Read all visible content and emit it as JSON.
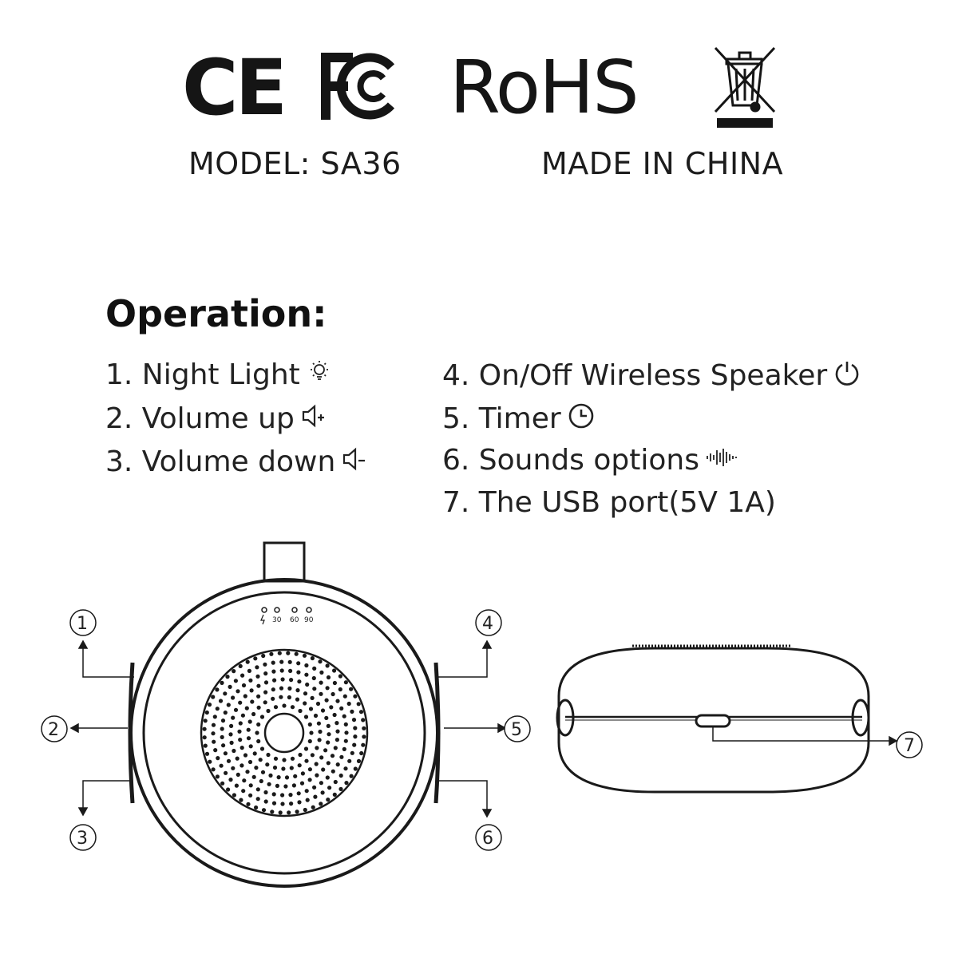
{
  "certifications": {
    "ce": "CE",
    "fcc": "FC",
    "rohs": "RoHS",
    "weee": "crossed-bin-icon"
  },
  "model_label": "MODEL: SA36",
  "origin_label": "MADE IN CHINA",
  "operation": {
    "title": "Operation:",
    "items": [
      {
        "text": "1. Night Light",
        "icon": "light-bulb-icon"
      },
      {
        "text": "2. Volume up",
        "icon": "volume-up-icon"
      },
      {
        "text": "3. Volume down",
        "icon": "volume-down-icon"
      },
      {
        "text": "4. On/Off Wireless Speaker",
        "icon": "power-icon"
      },
      {
        "text": "5. Timer",
        "icon": "clock-icon"
      },
      {
        "text": "6. Sounds options",
        "icon": "sound-wave-icon"
      },
      {
        "text": "7. The USB port(5V 1A)",
        "icon": ""
      }
    ]
  },
  "diagram": {
    "timer_labels": [
      "30",
      "60",
      "90"
    ],
    "callouts": [
      "1",
      "2",
      "3",
      "4",
      "5",
      "6",
      "7"
    ]
  },
  "colors": {
    "ink": "#1a1a1a",
    "background": "#ffffff"
  }
}
